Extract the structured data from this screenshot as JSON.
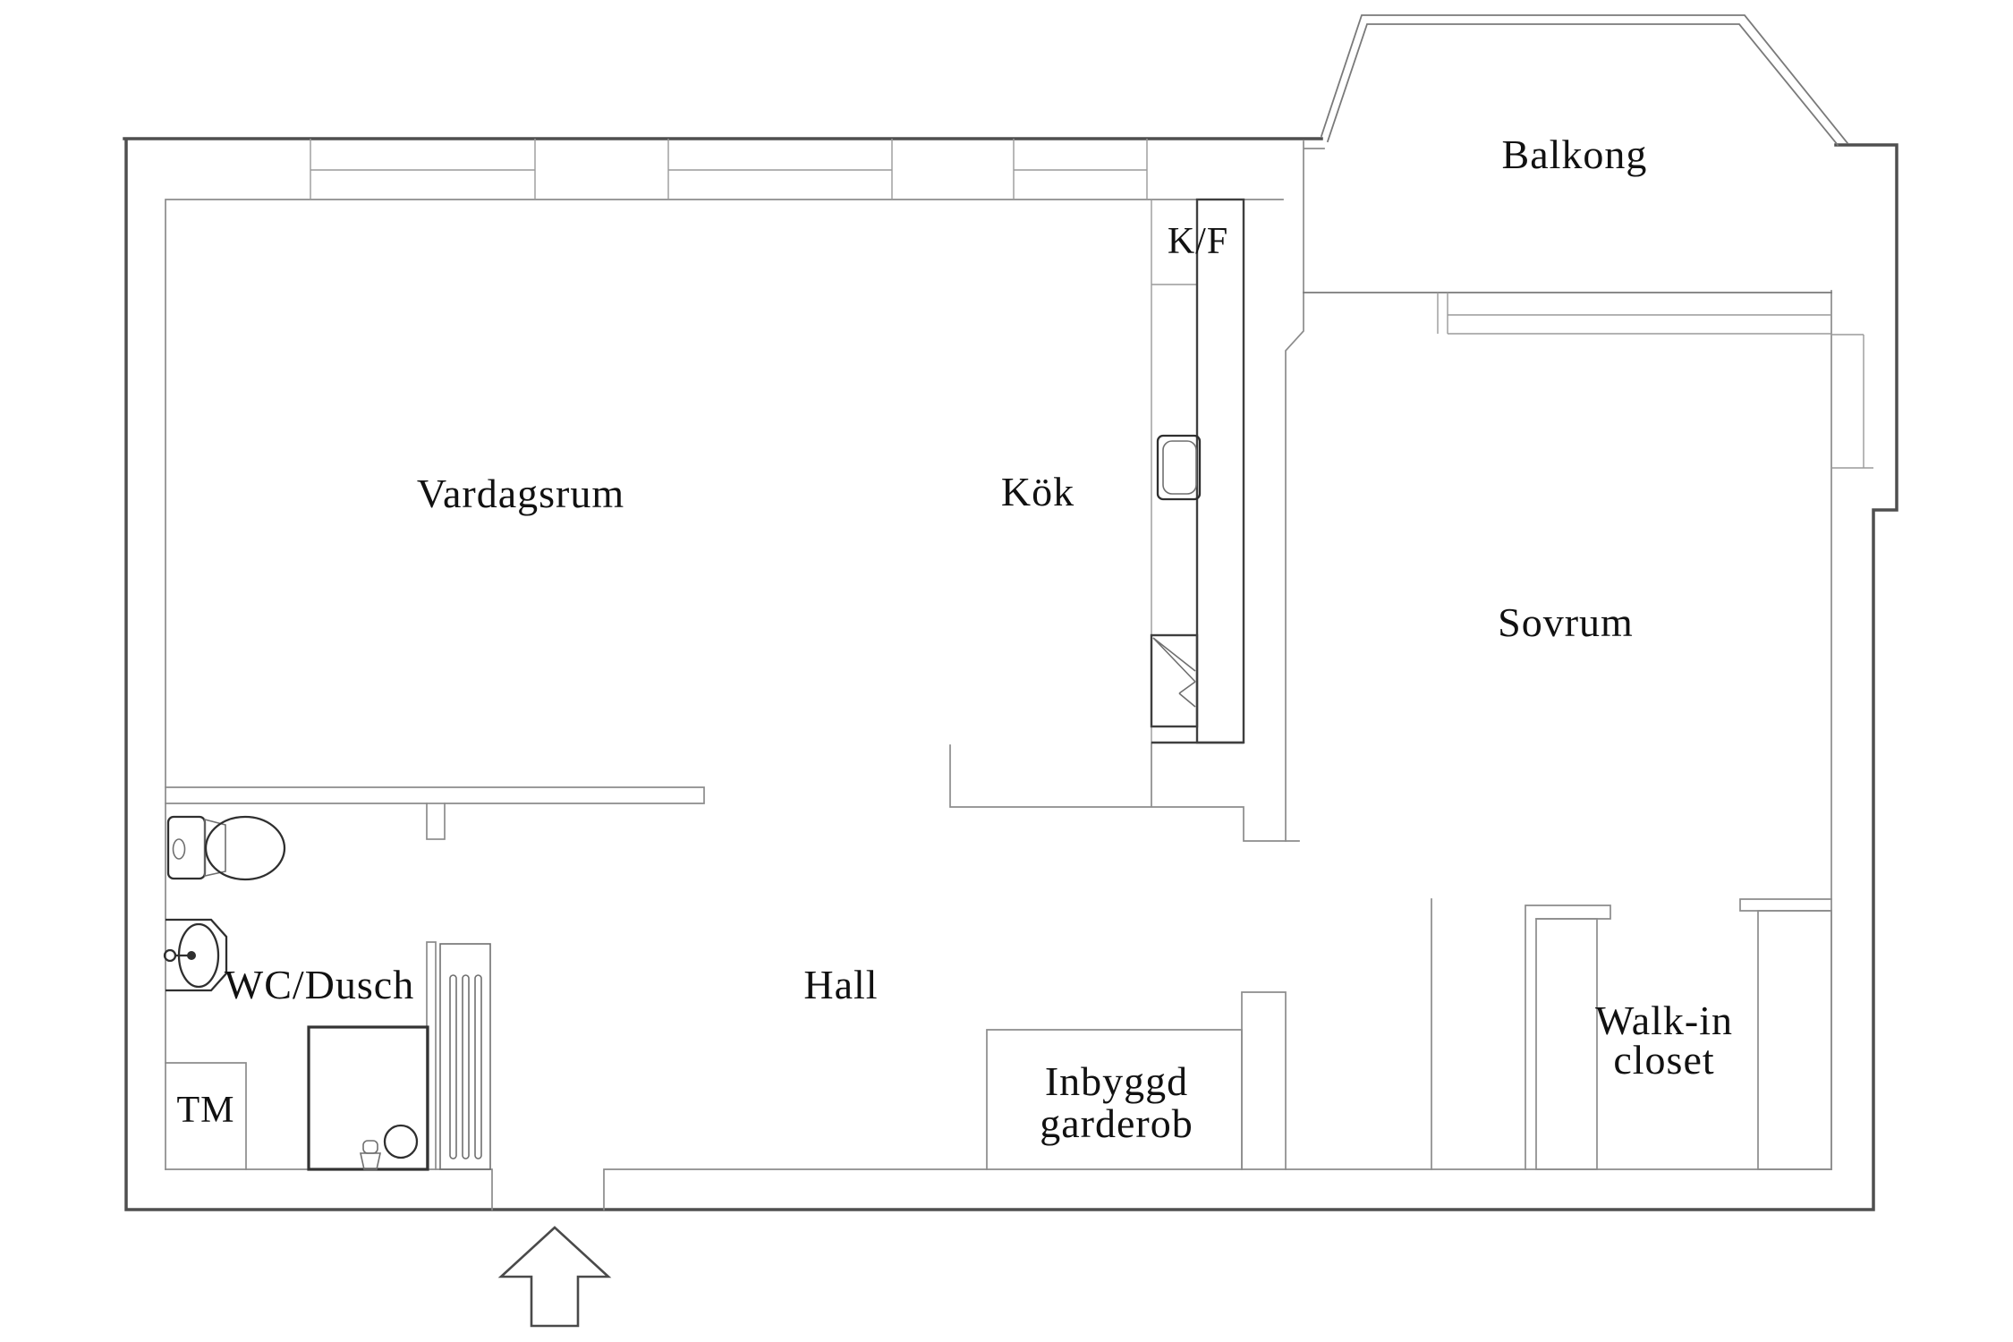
{
  "plan": {
    "title": "apartment-floor-plan",
    "background": "#ffffff",
    "colors": {
      "outer_wall": "#4f4f4f",
      "inner_wall": "#8c8c8c",
      "fixture": "#2f2f2f",
      "text": "#111111"
    },
    "rooms": {
      "vardagsrum": "Vardagsrum",
      "kok": "Kök",
      "kf": "K/F",
      "balkong": "Balkong",
      "sovrum": "Sovrum",
      "hall": "Hall",
      "wc": "WC/Dusch",
      "tm": "TM",
      "garderob_line1": "Inbyggd",
      "garderob_line2": "garderob",
      "walkin_line1": "Walk-in",
      "walkin_line2": "closet"
    },
    "fixtures": [
      "toilet-icon",
      "washbasin-icon",
      "shower-icon",
      "washing-machine-area",
      "radiator-icon",
      "kitchen-sink-icon",
      "fridge-freezer-unit",
      "appliance-icon",
      "wardrobe-unit-left",
      "wardrobe-unit-right",
      "entry-arrow-icon"
    ]
  }
}
